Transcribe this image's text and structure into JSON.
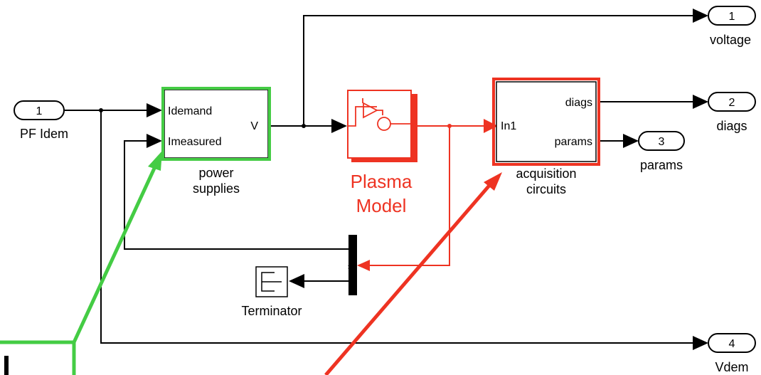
{
  "colors": {
    "line": "#000000",
    "plasma": "#ee3322",
    "highlight_green": "#44cc44",
    "highlight_red": "#ee3322",
    "background": "#ffffff"
  },
  "inports": [
    {
      "number": "1",
      "label": "PF Idem"
    }
  ],
  "outports": [
    {
      "number": "1",
      "label": "voltage"
    },
    {
      "number": "2",
      "label": "diags"
    },
    {
      "number": "3",
      "label": "params"
    },
    {
      "number": "4",
      "label": "Vdem"
    }
  ],
  "power_supplies": {
    "name_line1": "power",
    "name_line2": "supplies",
    "in1": "Idemand",
    "in2": "Imeasured",
    "out": "V"
  },
  "plasma_model": {
    "name_line1": "Plasma",
    "name_line2": "Model",
    "icon": "plasma-model-icon"
  },
  "acquisition": {
    "name_line1": "acquisition",
    "name_line2": "circuits",
    "in": "In1",
    "out1": "diags",
    "out2": "params"
  },
  "terminator": {
    "label": "Terminator",
    "icon": "terminator-icon"
  }
}
